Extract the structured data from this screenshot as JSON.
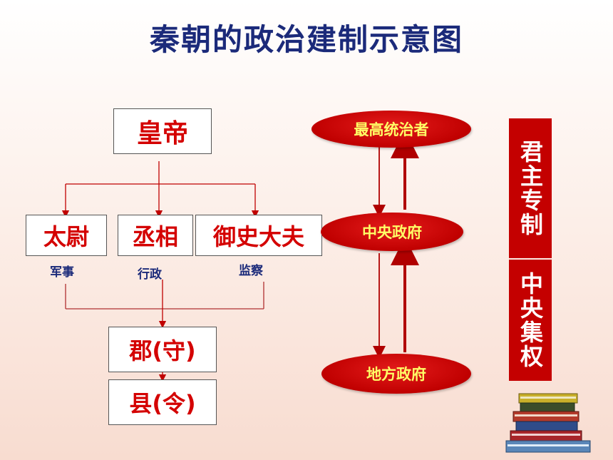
{
  "title": "秦朝的政治建制示意图",
  "left_chart": {
    "emperor": "皇帝",
    "officials": [
      {
        "name": "太尉",
        "duty": "军事"
      },
      {
        "name": "丞相",
        "duty": "行政"
      },
      {
        "name": "御史大夫",
        "duty": "监察"
      }
    ],
    "commandery": "郡(守)",
    "county": "县(令)"
  },
  "right_chart": {
    "levels": [
      "最高统治者",
      "中央政府",
      "地方政府"
    ]
  },
  "side_labels": {
    "top": "君主专制",
    "bottom": "中央集权"
  },
  "colors": {
    "title": "#1b2a7a",
    "accent_red": "#c40000",
    "oval_text": "#ffff66"
  }
}
